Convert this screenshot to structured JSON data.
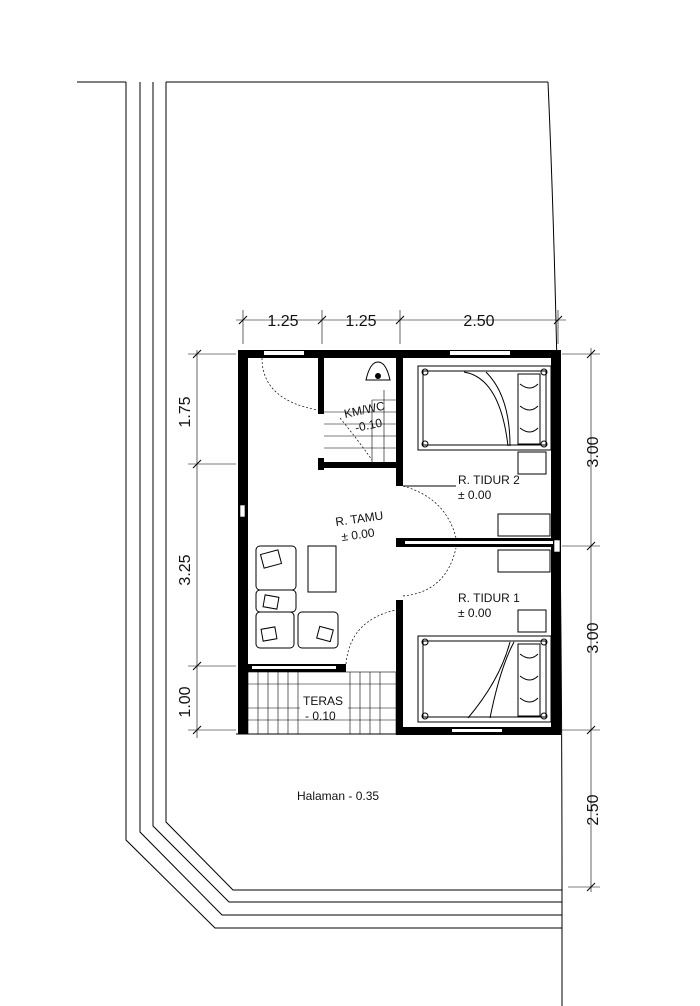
{
  "dimensions": {
    "top": [
      "1.25",
      "1.25",
      "2.50"
    ],
    "left": [
      "1.75",
      "3.25",
      "1.00"
    ],
    "right": [
      "3.00",
      "3.00",
      "2.50"
    ]
  },
  "rooms": {
    "kmwc": {
      "name": "KM/WC",
      "level": "-0.10"
    },
    "tidur2": {
      "name": "R. TIDUR 2",
      "level": "± 0.00"
    },
    "tamu": {
      "name": "R. TAMU",
      "level": "± 0.00"
    },
    "tidur1": {
      "name": "R. TIDUR 1",
      "level": "± 0.00"
    },
    "teras": {
      "name": "TERAS",
      "level": "- 0.10"
    }
  },
  "halaman": "Halaman - 0.35"
}
